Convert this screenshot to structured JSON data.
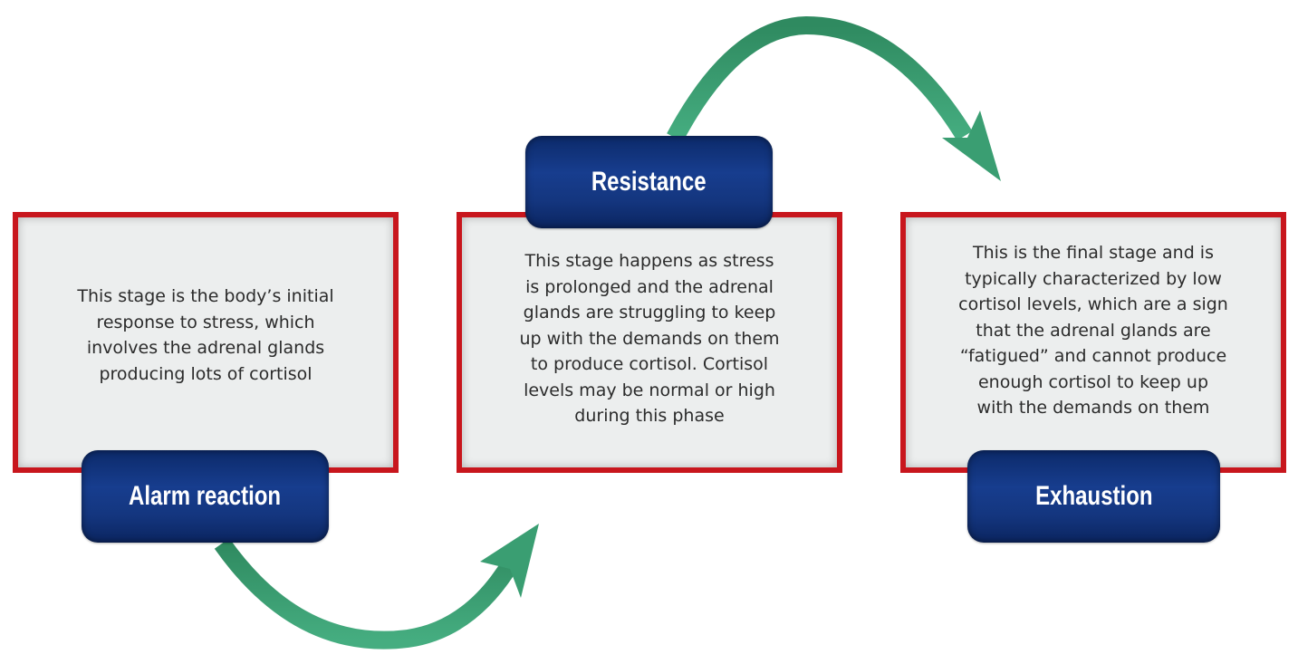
{
  "colors": {
    "arrow": "#3a9e72",
    "border": "#c8161d",
    "label_bg": "#14367f"
  },
  "stages": [
    {
      "name": "Alarm reaction",
      "description": "This stage is the body’s initial\nresponse to stress, which\ninvolves the adrenal glands\nproducing lots of cortisol"
    },
    {
      "name": "Resistance",
      "description": "This stage happens as stress\nis prolonged and the adrenal\nglands are struggling to keep\nup with the demands on them\nto produce cortisol. Cortisol\nlevels may be normal or high\nduring this phase"
    },
    {
      "name": "Exhaustion",
      "description": "This is the final stage and is\ntypically characterized by low\ncortisol levels, which are a sign\nthat the adrenal glands are\n“fatigued” and cannot produce\nenough cortisol to keep up\nwith the demands on them"
    }
  ]
}
